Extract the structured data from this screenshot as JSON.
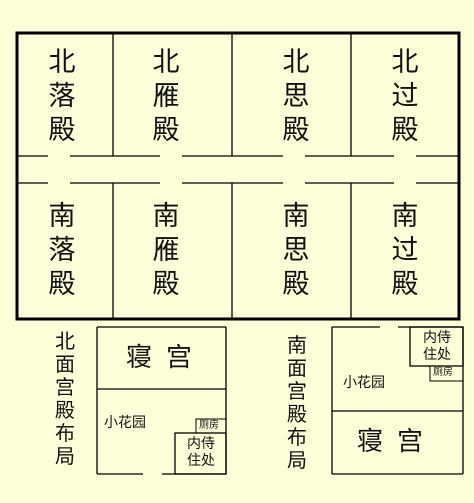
{
  "north_halls": [
    {
      "chars": [
        "北",
        "落",
        "殿"
      ]
    },
    {
      "chars": [
        "北",
        "雁",
        "殿"
      ]
    },
    {
      "chars": [
        "北",
        "思",
        "殿"
      ]
    },
    {
      "chars": [
        "北",
        "过",
        "殿"
      ]
    }
  ],
  "south_halls": [
    {
      "chars": [
        "南",
        "落",
        "殿"
      ]
    },
    {
      "chars": [
        "南",
        "雁",
        "殿"
      ]
    },
    {
      "chars": [
        "南",
        "思",
        "殿"
      ]
    },
    {
      "chars": [
        "南",
        "过",
        "殿"
      ]
    }
  ],
  "north_plan": {
    "title_chars": [
      "北",
      "面",
      "宫",
      "殿",
      "布",
      "局"
    ],
    "bedroom": "寝宫",
    "garden": "小花园",
    "kitchen": "厕房",
    "quarters": [
      "内侍",
      "住处"
    ]
  },
  "south_plan": {
    "title_chars": [
      "南",
      "面",
      "宫",
      "殿",
      "布",
      "局"
    ],
    "bedroom": "寝宫",
    "garden": "小花园",
    "kitchen": "厕房",
    "quarters": [
      "内侍",
      "住处"
    ]
  }
}
